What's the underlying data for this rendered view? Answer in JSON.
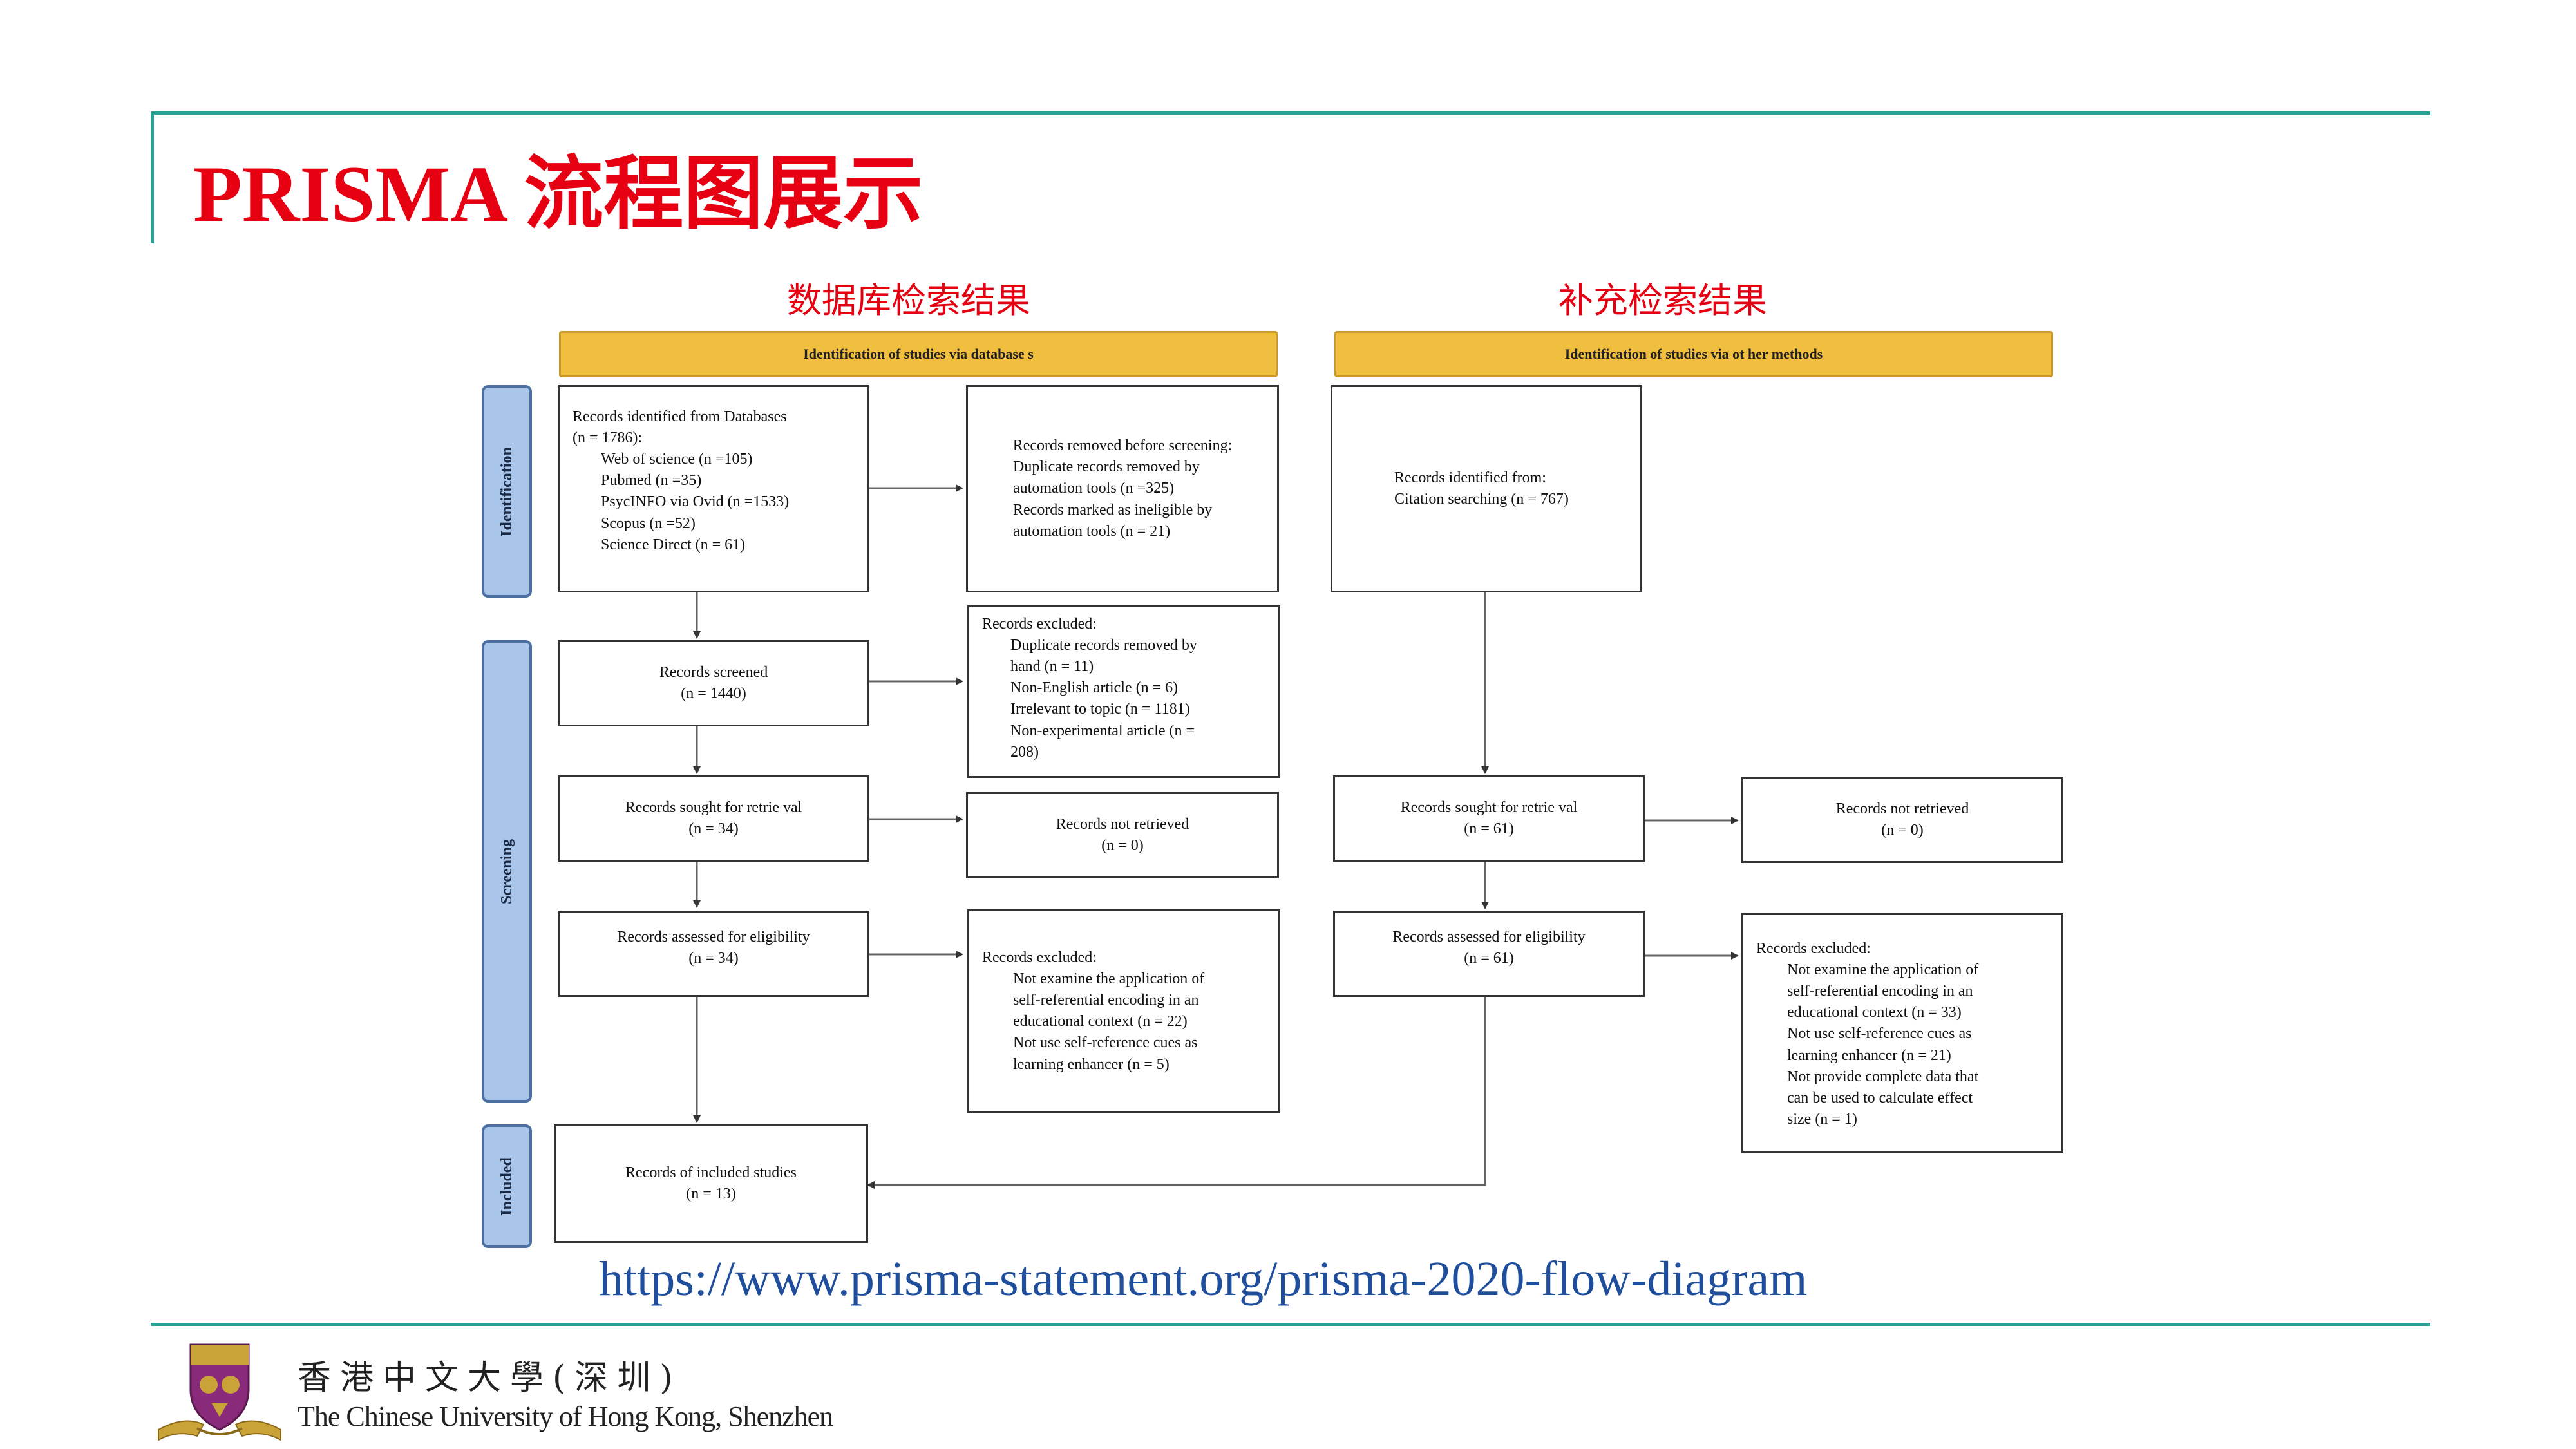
{
  "slide": {
    "title": "PRISMA 流程图展示",
    "label_db": "数据库检索结果",
    "label_other": "补充检索结果",
    "link": "https://www.prisma-statement.org/prisma-2020-flow-diagram"
  },
  "colors": {
    "accent_rule": "#2aa197",
    "title": "#e60012",
    "banner": "#f0bf40",
    "stage": "#a9c6ea",
    "link": "#1f4e9c"
  },
  "banners": {
    "databases": "Identification of studies via database s",
    "other": "Identification of studies via ot her methods"
  },
  "stages": {
    "identification": "Identification",
    "screening": "Screening",
    "included": "Included"
  },
  "db": {
    "identified": {
      "line1": "Records identified from Databases",
      "line2": "(n = 1786):",
      "items": [
        "Web of science (n =105)",
        "Pubmed (n =35)",
        "PsycINFO via Ovid (n =1533)",
        "Scopus (n =52)",
        "Science Direct (n = 61)"
      ]
    },
    "removed": {
      "head": "Records removed before screening:",
      "items": [
        "Duplicate records removed by",
        "automation tools (n =325)",
        "Records marked as ineligible by",
        "automation tools (n = 21)"
      ]
    },
    "screened": {
      "line1": "Records screened",
      "line2": "(n = 1440)"
    },
    "excluded1": {
      "head": "Records excluded:",
      "items": [
        "Duplicate records removed by",
        "hand (n = 11)",
        "Non-English article (n = 6)",
        "Irrelevant to topic (n = 1181)",
        "Non-experimental article (n =",
        "208)"
      ]
    },
    "sought": {
      "line1": "Records sought for retrie val",
      "line2": "(n = 34)"
    },
    "not_retrieved": {
      "line1": "Records not retrieved",
      "line2": "(n = 0)"
    },
    "assessed": {
      "line1": "Records assessed for eligibility",
      "line2": "(n = 34)"
    },
    "excluded2": {
      "head": "Records excluded:",
      "items": [
        "Not examine the application of",
        "self-referential encoding in an",
        "educational context (n = 22)",
        "Not use self-reference cues as",
        "learning enhancer (n = 5)"
      ]
    },
    "included": {
      "line1": "Records of included studies",
      "line2": "(n = 13)"
    }
  },
  "other": {
    "identified": {
      "line1": "Records identified from:",
      "line2": "Citation searching (n = 767)"
    },
    "sought": {
      "line1": "Records sought for retrie val",
      "line2": "(n = 61)"
    },
    "not_retrieved": {
      "line1": "Records not retrieved",
      "line2": "(n = 0)"
    },
    "assessed": {
      "line1": "Records assessed for eligibility",
      "line2": "(n = 61)"
    },
    "excluded": {
      "head": "Records excluded:",
      "items": [
        "Not examine the application of",
        "self-referential encoding in an",
        "educational context (n = 33)",
        "Not use self-reference cues as",
        "learning enhancer (n = 21)",
        "Not provide complete data that",
        "can be used to calculate effect",
        "size (n = 1)"
      ]
    }
  },
  "footer": {
    "logo_cn": "香港中文大學(深圳)",
    "logo_en": "The Chinese University of Hong Kong, Shenzhen"
  }
}
